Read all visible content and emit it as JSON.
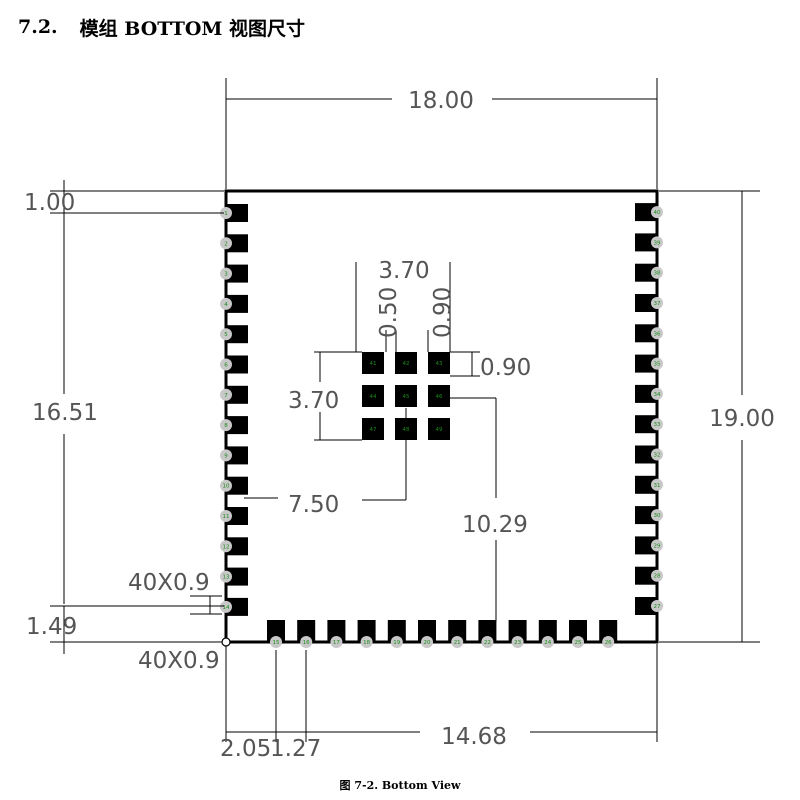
{
  "section": {
    "number": "7.2.",
    "title": "模组 BOTTOM 视图尺寸"
  },
  "caption": "图 7-2. Bottom View",
  "dimensions": {
    "module_width": "18.00",
    "module_height": "19.00",
    "top_margin": "1.00",
    "left_pin_span": "16.51",
    "bottom_offset": "1.49",
    "pad_size_left": "40X0.9",
    "pad_size_bottom": "40X0.9",
    "bottom_first_offset": "2.05",
    "bottom_pitch": "1.27",
    "bottom_pin_span": "14.68",
    "center_grid": "3.70",
    "center_gap": "0.50",
    "center_pad": "0.90",
    "center_pad_side": "0.90",
    "center_grid_vertical": "3.70",
    "center_x_offset": "7.50",
    "center_y_offset": "10.29"
  },
  "pins": {
    "left": [
      "1",
      "2",
      "3",
      "4",
      "5",
      "6",
      "7",
      "8",
      "9",
      "10",
      "11",
      "12",
      "13",
      "14"
    ],
    "bottom": [
      "15",
      "16",
      "17",
      "18",
      "19",
      "20",
      "21",
      "22",
      "23",
      "24",
      "25",
      "26"
    ],
    "right": [
      "27",
      "28",
      "29",
      "30",
      "31",
      "32",
      "33",
      "34",
      "35",
      "36",
      "37",
      "38",
      "39",
      "40"
    ],
    "center": [
      "41",
      "42",
      "43",
      "44",
      "45",
      "46",
      "47",
      "48",
      "49"
    ]
  },
  "colors": {
    "pad": "#000000",
    "pin_dot": "#c8c8c8",
    "pin_label": "#1a8a1a",
    "dim_line": "#000000",
    "dim_text": "#555555"
  }
}
